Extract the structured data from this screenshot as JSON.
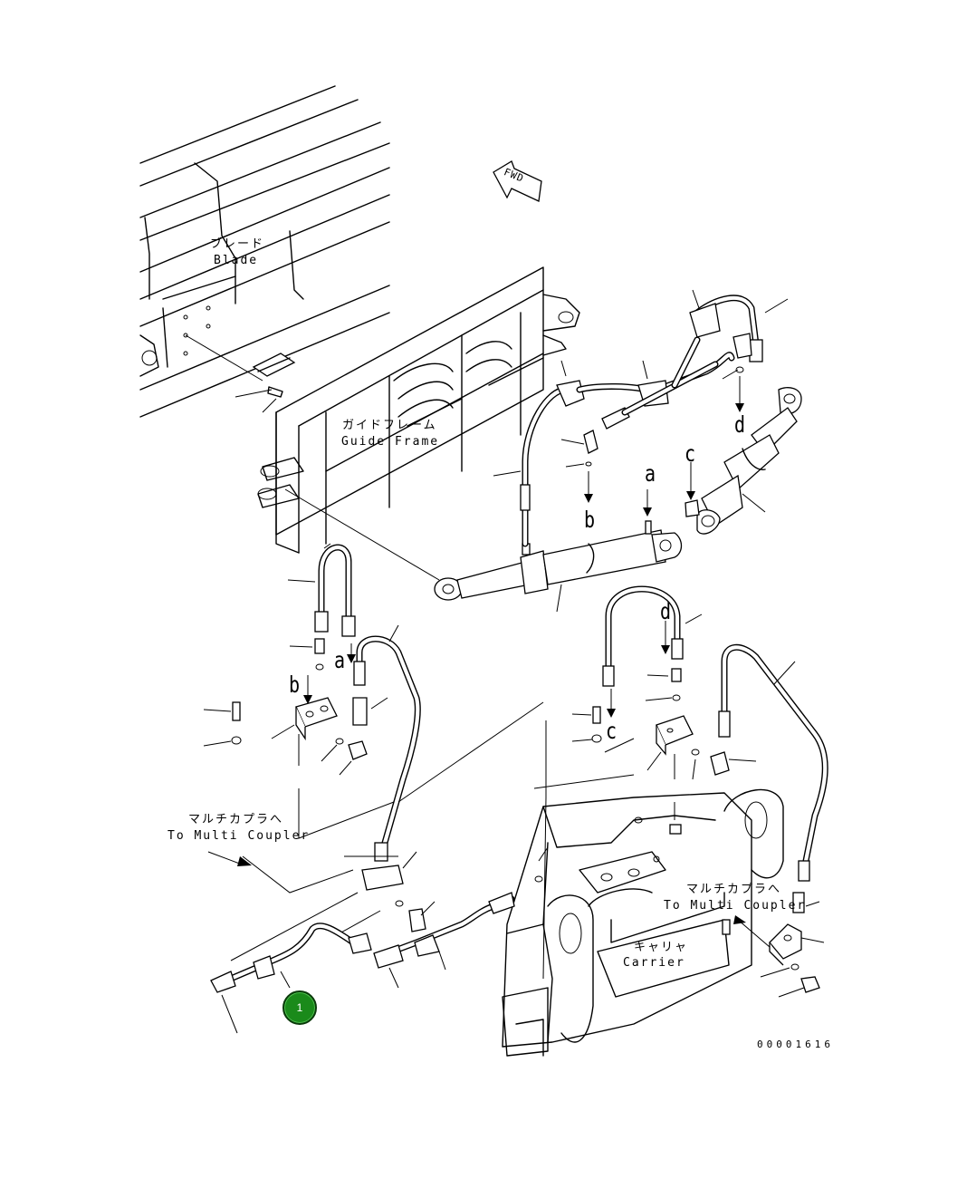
{
  "labels": {
    "blade_jp": "ブレード",
    "blade_en": "Blade",
    "guide_frame_jp": "ガイドフレーム",
    "guide_frame_en": "Guide Frame",
    "multi_coupler_left_jp": "マルチカプラへ",
    "multi_coupler_left_en": "To Multi Coupler",
    "multi_coupler_right_jp": "マルチカプラへ",
    "multi_coupler_right_en": "To Multi Coupler",
    "carrier_jp": "キャリャ",
    "carrier_en": "Carrier",
    "fwd": "FWD"
  },
  "references": {
    "a_top": "a",
    "b_top": "b",
    "c_top": "c",
    "d_top": "d",
    "a_left": "a",
    "b_left": "b",
    "d_right": "d",
    "c_right": "c"
  },
  "document_number": "00001616",
  "callouts": [
    {
      "label": "1",
      "color": "#1a8a1a"
    }
  ]
}
